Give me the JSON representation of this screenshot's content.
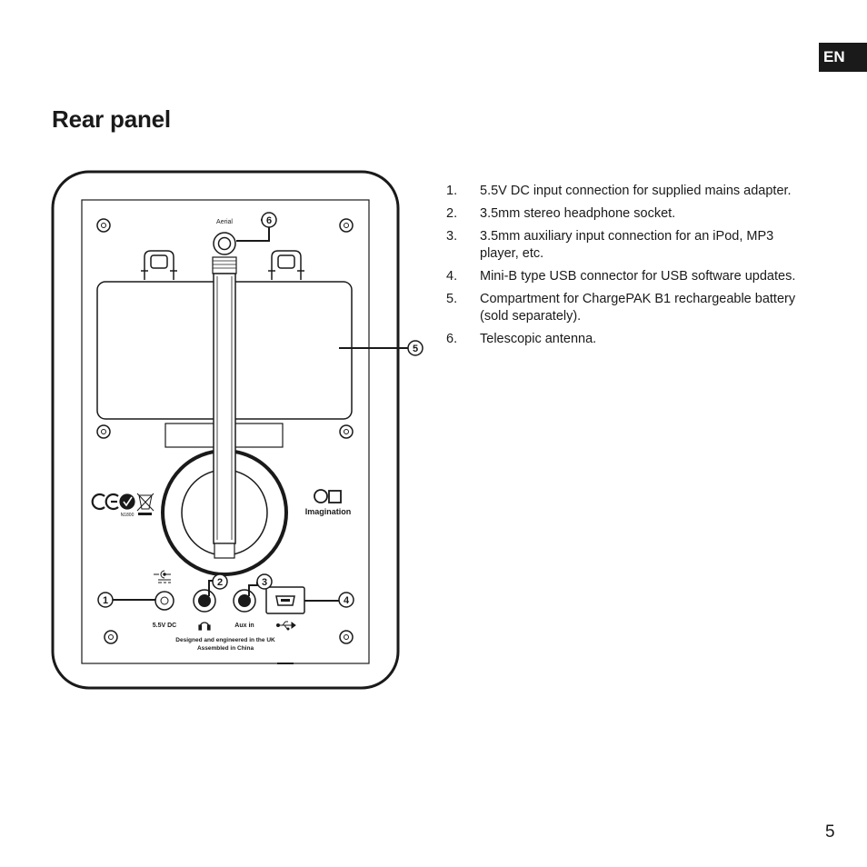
{
  "header": {
    "language_tab": "EN"
  },
  "page": {
    "title": "Rear panel",
    "number": "5"
  },
  "diagram": {
    "aerial_label": "Aerial",
    "port_labels": {
      "dc": "5.5V DC",
      "aux": "Aux in"
    },
    "footer_line1": "Designed and engineered in the UK",
    "footer_line2": "Assembled in China",
    "brand_logo_text": "Imagination",
    "compliance_code": "N1800",
    "callouts": [
      "1",
      "2",
      "3",
      "4",
      "5",
      "6"
    ]
  },
  "parts": [
    {
      "num": "1.",
      "text": "5.5V DC input connection for supplied mains adapter."
    },
    {
      "num": "2.",
      "text": "3.5mm stereo headphone socket."
    },
    {
      "num": "3.",
      "text": "3.5mm auxiliary input connection for an iPod, MP3 player, etc."
    },
    {
      "num": "4.",
      "text": "Mini-B type USB connector for USB software updates."
    },
    {
      "num": "5.",
      "text": "Compartment for ChargePAK B1 rechargeable battery (sold separately)."
    },
    {
      "num": "6.",
      "text": "Telescopic antenna."
    }
  ]
}
